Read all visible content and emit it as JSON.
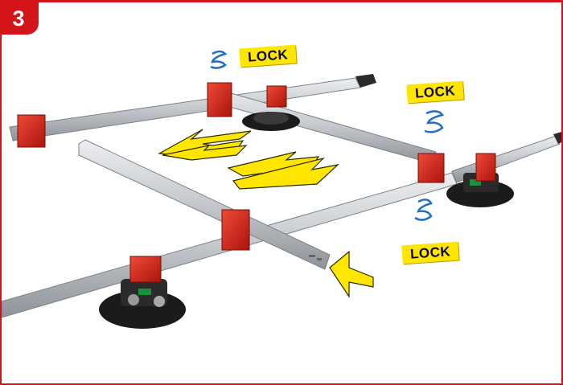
{
  "step": {
    "number": "3"
  },
  "locks": [
    {
      "label": "LOCK"
    },
    {
      "label": "LOCK"
    },
    {
      "label": "LOCK"
    }
  ],
  "colors": {
    "frame_red": "#d3141b",
    "lock_yellow": "#ffe600",
    "rotate_blue": "#1f6fc9",
    "rail_silver": "#c9cdd1",
    "clamp_red": "#d82a1e",
    "cup_black": "#1b1b1b"
  },
  "icons": [
    "rotate-lock-arrow-icon",
    "slide-arrows-icon",
    "push-arrow-icon",
    "suction-cup-icon",
    "clamp-icon"
  ]
}
